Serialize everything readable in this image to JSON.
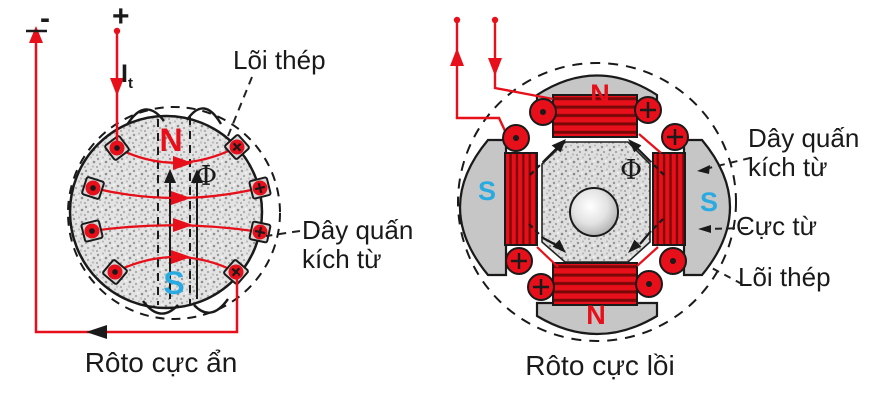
{
  "colors": {
    "red": "#e60f1a",
    "dark_red": "#7b0808",
    "cyan": "#29abe2",
    "ink": "#1a1a1a",
    "pole_gray": "#c6c6c6"
  },
  "left": {
    "caption": "Rôto cực ẩn",
    "label_core": "Lõi thép",
    "label_winding_l1": "Dây quấn",
    "label_winding_l2": "kích từ",
    "pole_north": "N",
    "pole_south": "S",
    "flux_symbol": "Φ",
    "terminal_minus": "-",
    "terminal_plus": "+",
    "current_symbol": "I",
    "current_subscript": "t"
  },
  "right": {
    "caption": "Rôto cực lồi",
    "label_winding_l1": "Dây quấn",
    "label_winding_l2": "kích từ",
    "label_pole": "Cực từ",
    "label_core": "Lõi thép",
    "pole_north_top": "N",
    "pole_north_bottom": "N",
    "pole_south_left": "S",
    "pole_south_right": "S",
    "flux_symbol": "Φ"
  }
}
